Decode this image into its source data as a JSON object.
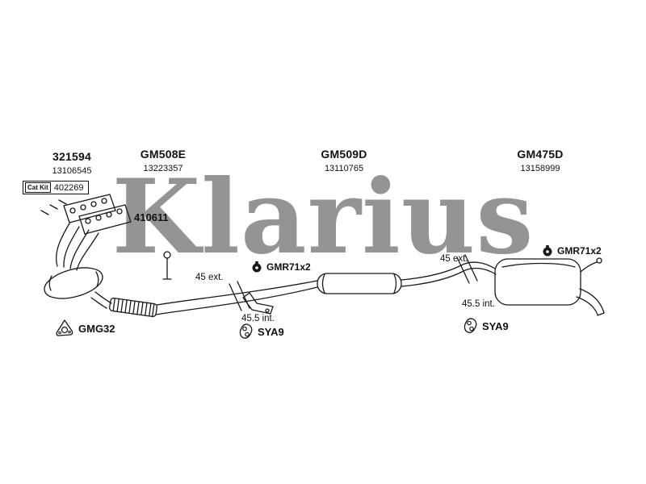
{
  "watermark": "Klarius",
  "parts": [
    {
      "id": "321594",
      "number": "13106545"
    },
    {
      "id": "GM508E",
      "number": "13223357"
    },
    {
      "id": "GM509D",
      "number": "13110765"
    },
    {
      "id": "GM475D",
      "number": "13158999"
    }
  ],
  "cat_kit": {
    "label": "Cat Kit",
    "number": "402269"
  },
  "annotations": {
    "flex_pipe_part": "410611",
    "front_clamp": "GMR71x2",
    "rear_clamp": "GMR71x2",
    "manifold_gasket": "GMG32",
    "front_hanger": "SYA9",
    "rear_hanger": "SYA9",
    "front_joint_ext": "45 ext.",
    "rear_joint_ext": "45 ext.",
    "front_joint_int": "45.5 int.",
    "rear_joint_int": "45.5 int."
  },
  "colors": {
    "line": "#1a1a1a",
    "watermark": "#949494",
    "background": "#ffffff"
  }
}
